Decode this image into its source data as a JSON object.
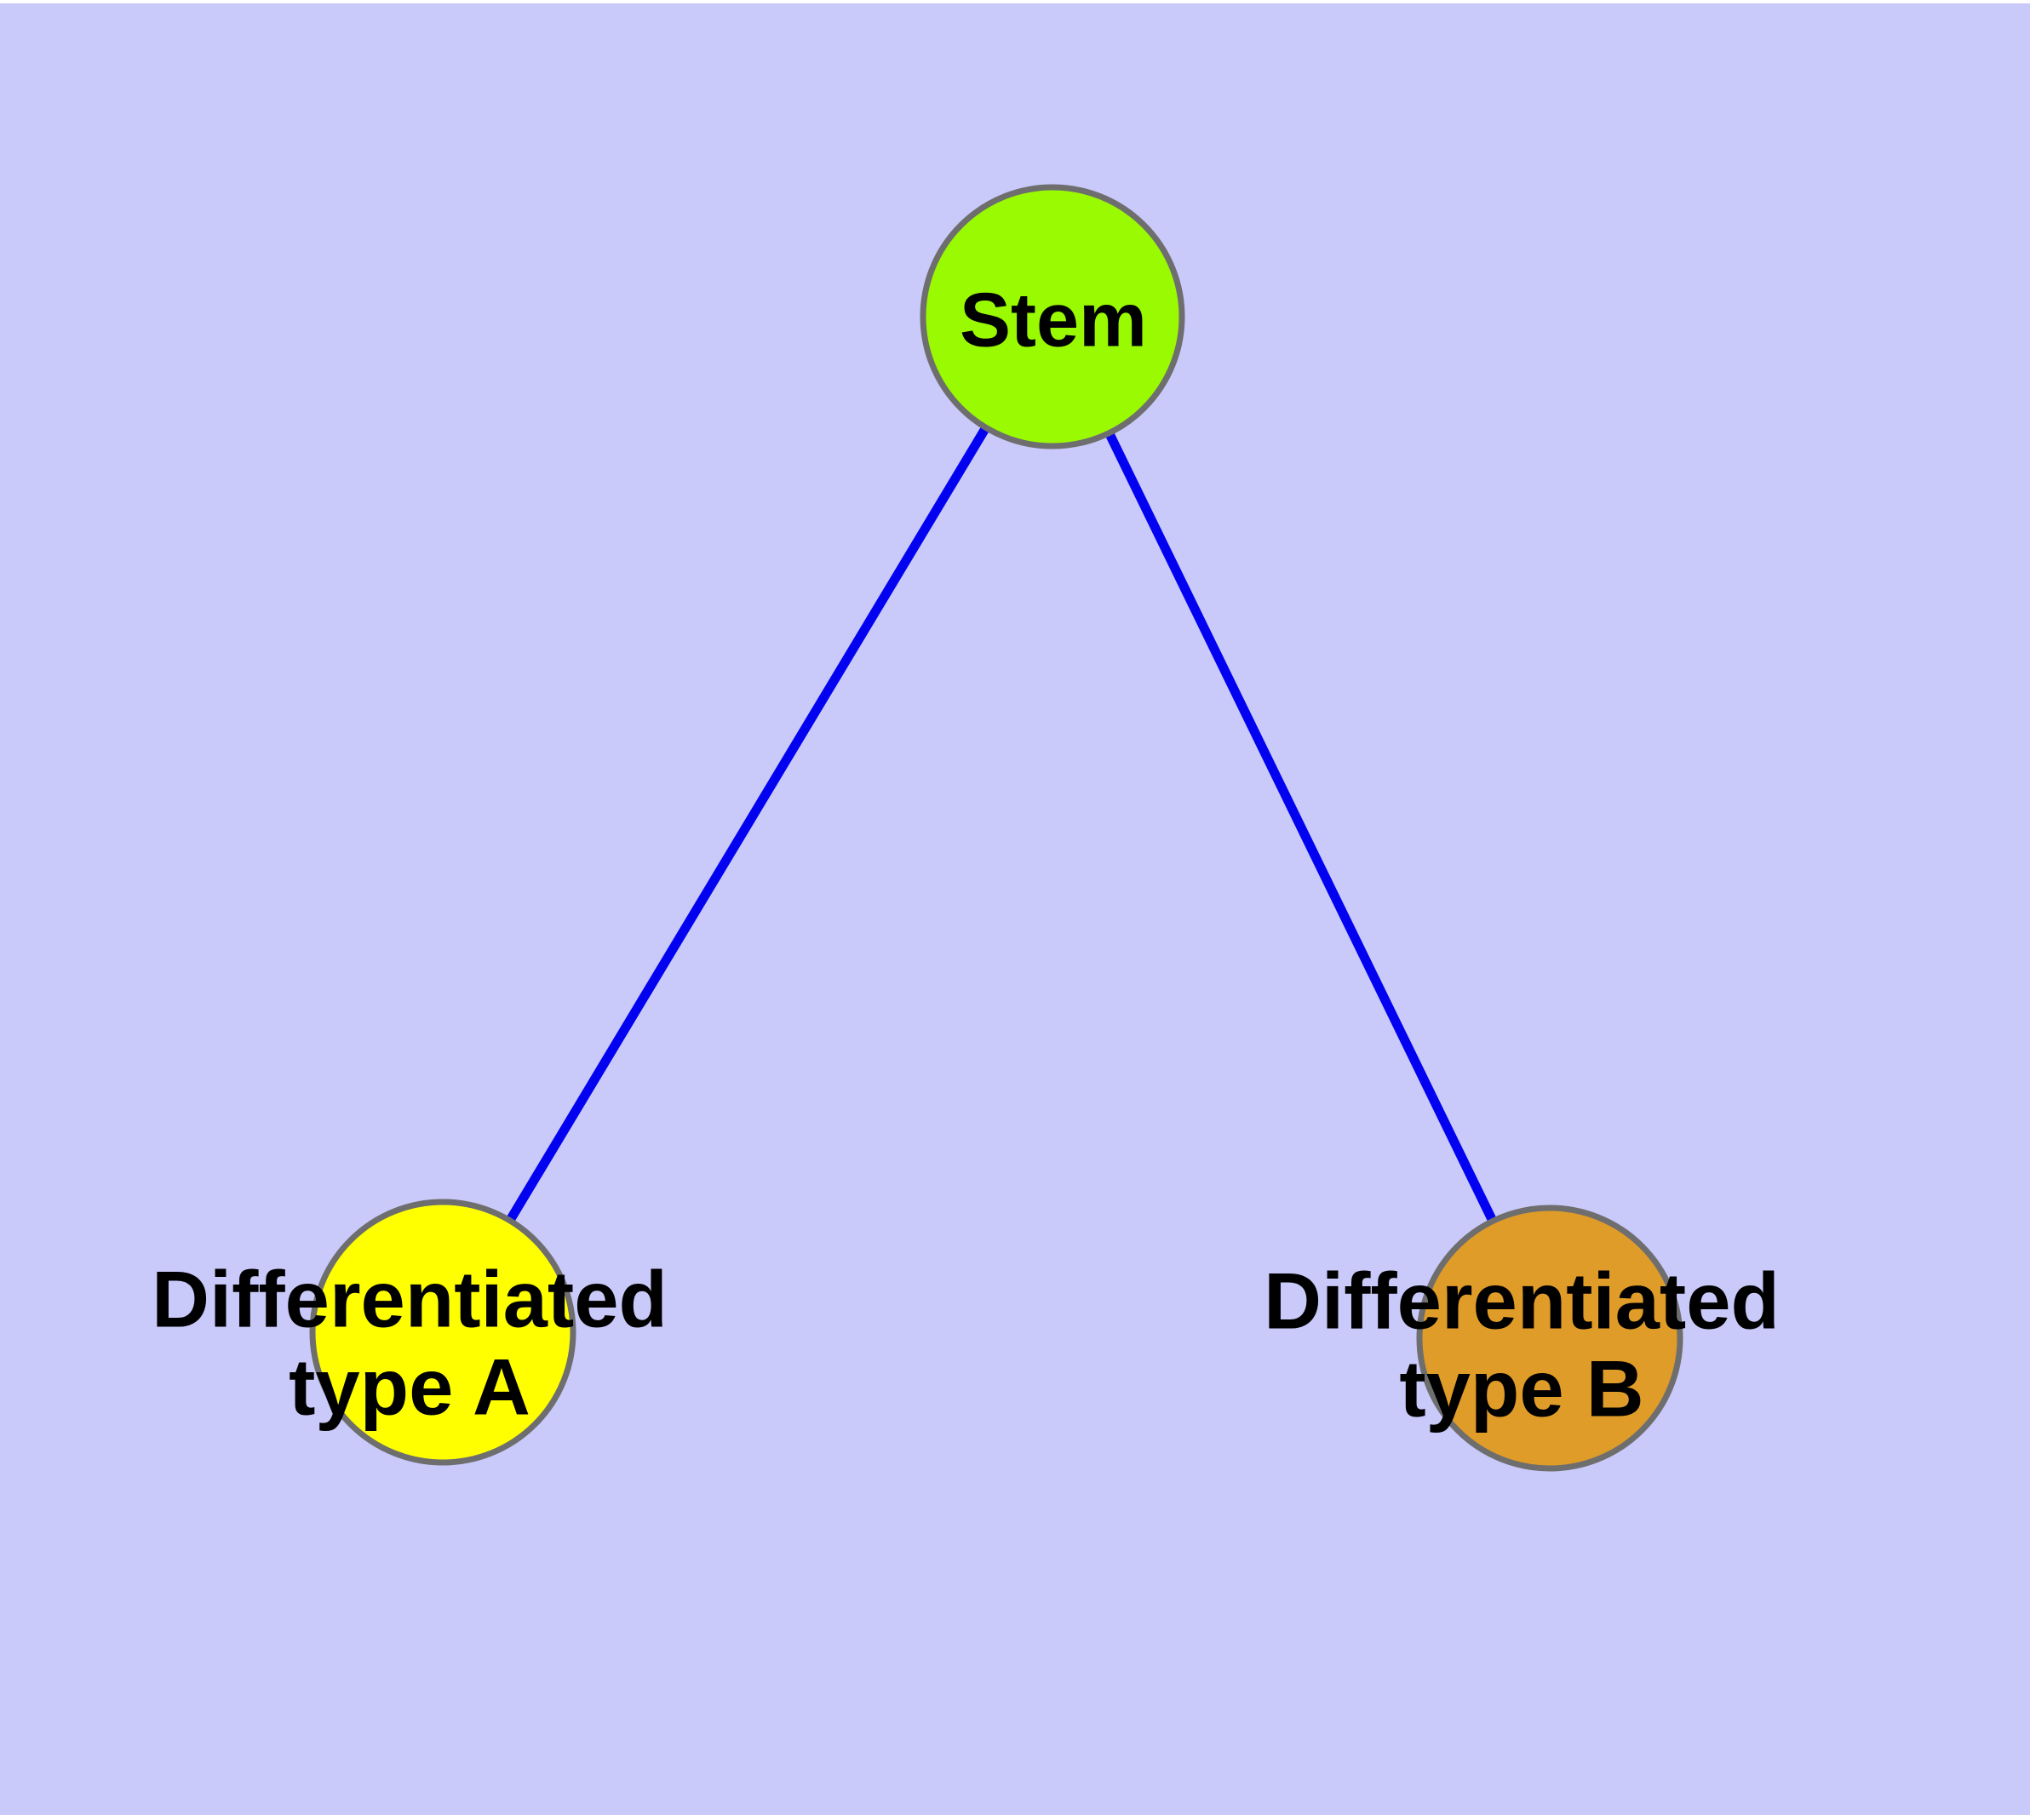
{
  "diagram": {
    "type": "node-link-graph",
    "background_color": "#C9C9FA",
    "node_border_color": "#6E6E6E",
    "edge_color": "#0202F0",
    "label_color": "#000000",
    "nodes": [
      {
        "id": "stem",
        "label": "Stem",
        "fill": "#99FA02"
      },
      {
        "id": "differentiated-a",
        "label": "Differentiated type A",
        "line1": "Differentiated",
        "line2": "type A",
        "fill": "#FFFF00"
      },
      {
        "id": "differentiated-b",
        "label": "Differentiated type B",
        "line1": "Differentiated",
        "line2": "type B",
        "fill": "#E09C28"
      }
    ],
    "edges": [
      {
        "from": "Stem",
        "to": "Differentiated type A"
      },
      {
        "from": "Stem",
        "to": "Differentiated type B"
      }
    ]
  }
}
